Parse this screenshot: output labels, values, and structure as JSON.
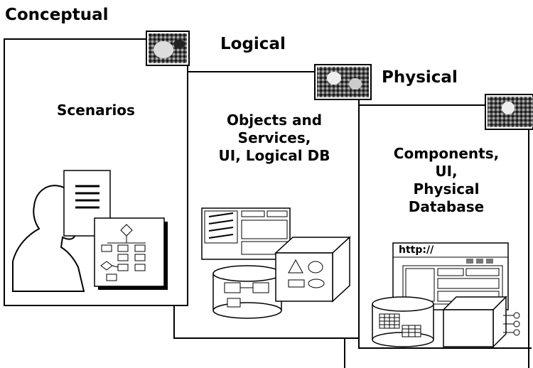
{
  "stages": [
    {
      "title": "Conceptual",
      "body": "Scenarios"
    },
    {
      "title": "Logical",
      "body": "Objects and\nServices,\nUI, Logical DB"
    },
    {
      "title": "Physical",
      "body": "Components,\nUI,\nPhysical\nDatabase"
    }
  ],
  "browser": {
    "address_text": "http://"
  },
  "colors": {
    "line": "#000000",
    "background": "#ffffff",
    "photo_dark": "#2a2a2a"
  }
}
